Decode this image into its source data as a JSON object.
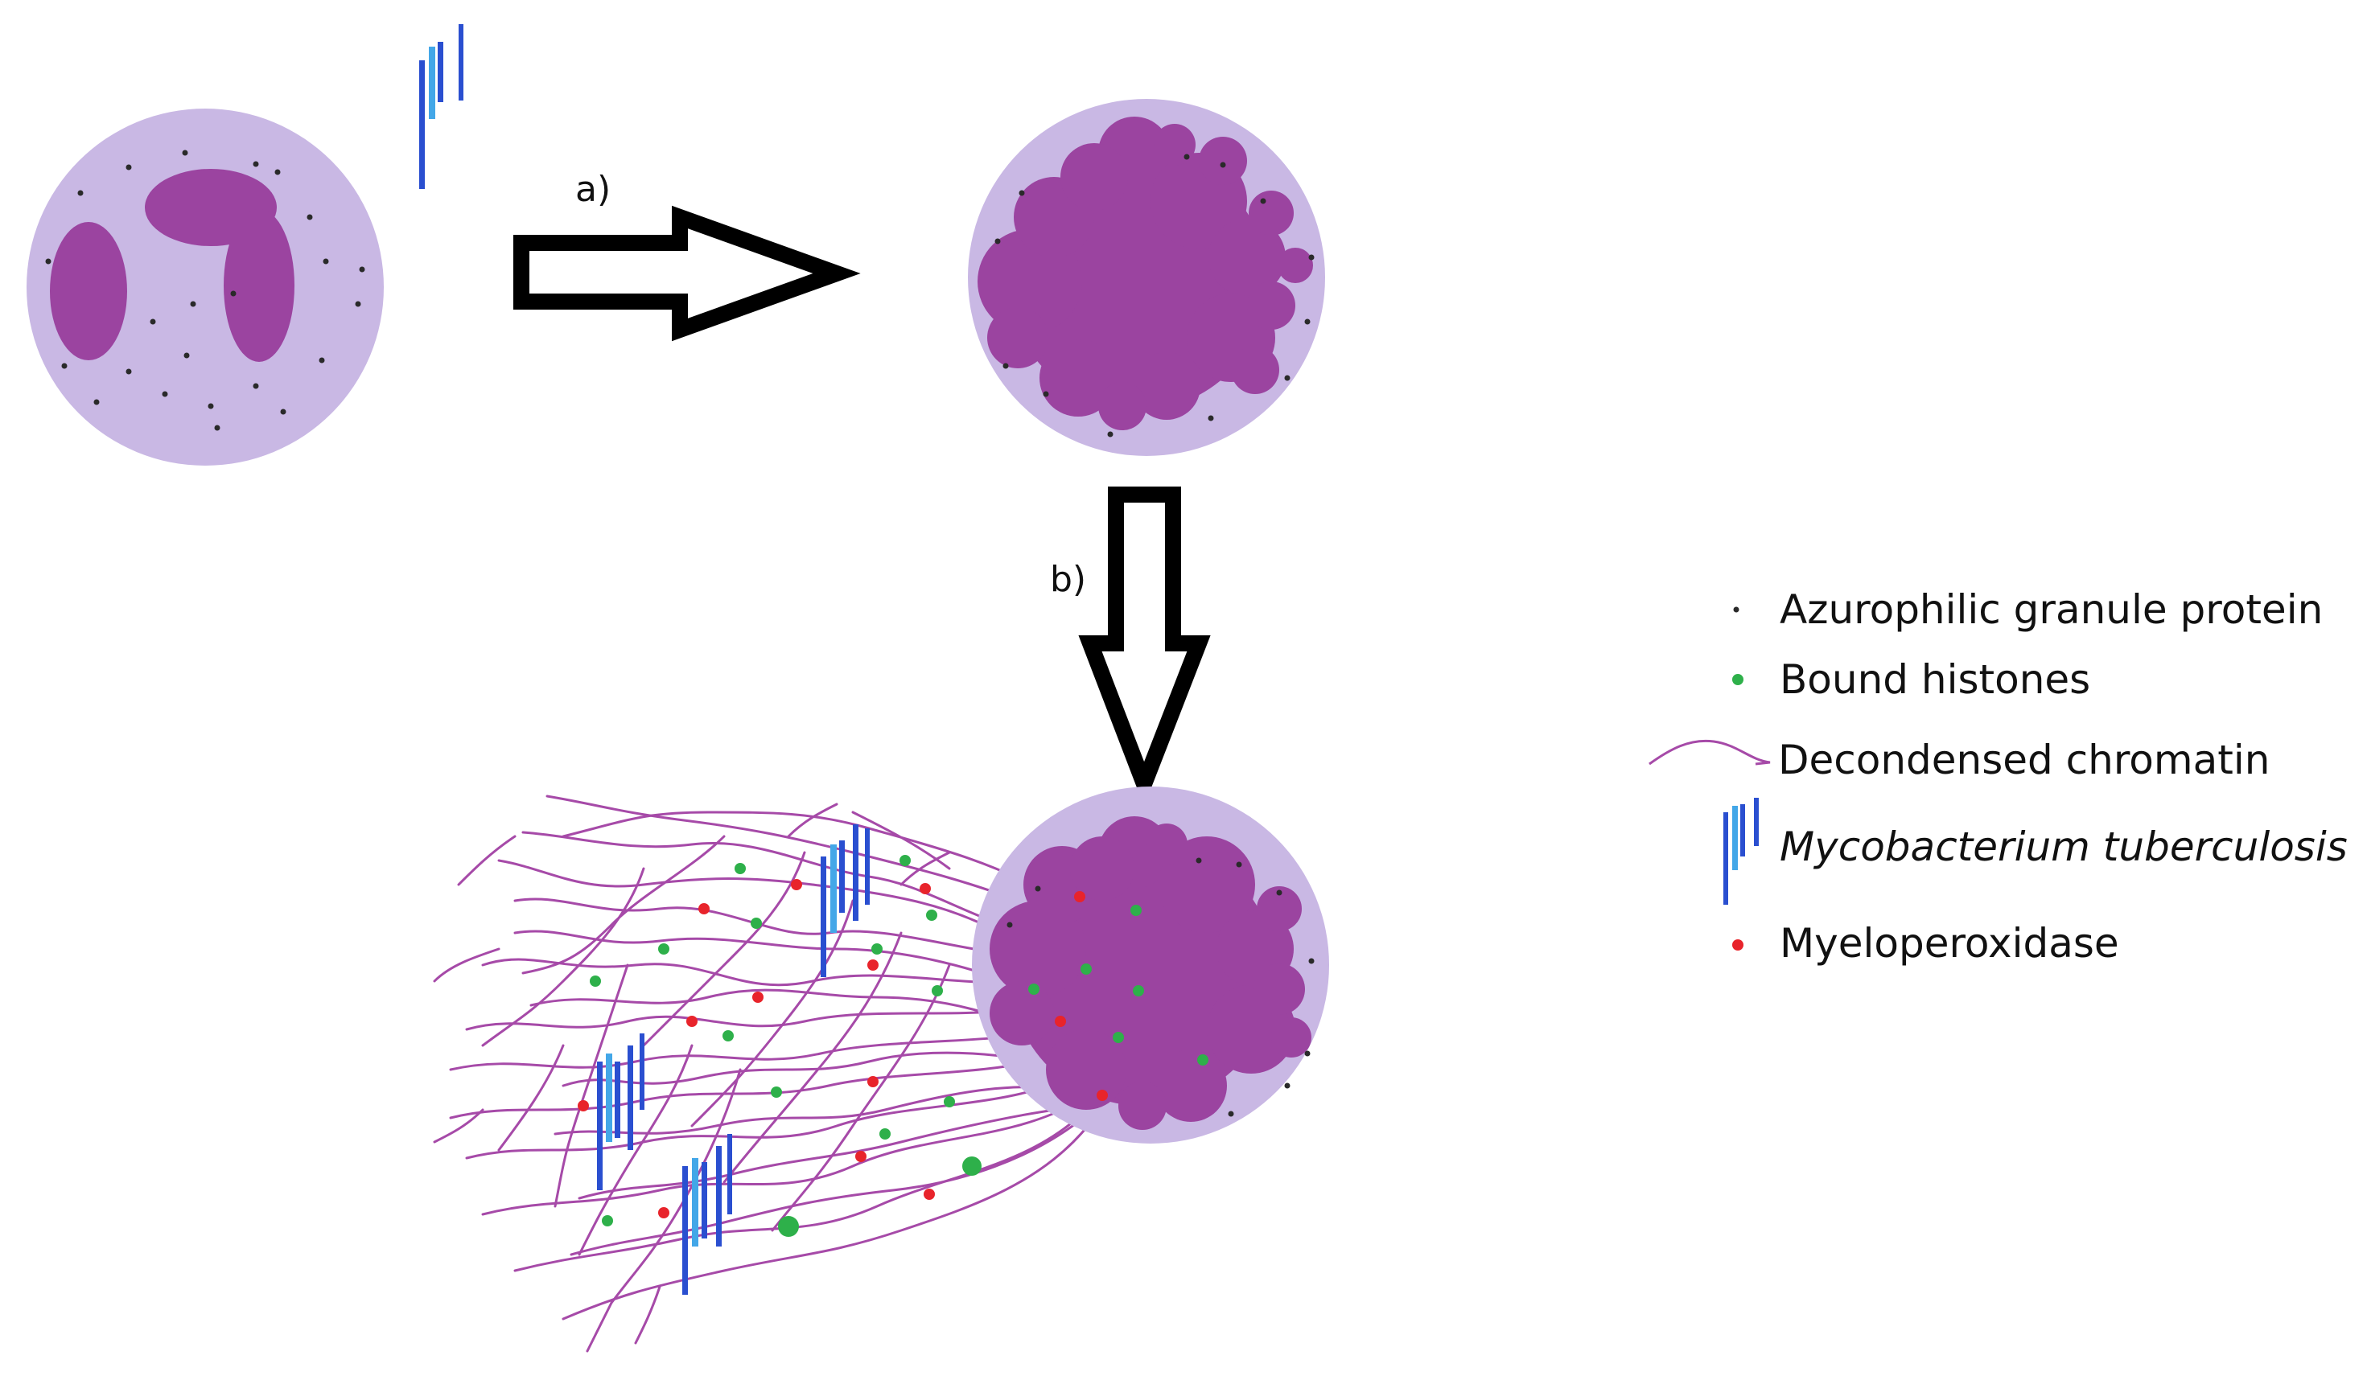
{
  "steps": {
    "a": "a)",
    "b": "b)"
  },
  "legend": [
    {
      "icon": "dot-icon",
      "label": "Azurophilic granule protein",
      "italic": false
    },
    {
      "icon": "green-dot-icon",
      "label": "Bound histones",
      "italic": false
    },
    {
      "icon": "wavy-line-icon",
      "label": "Decondensed chromatin",
      "italic": false
    },
    {
      "icon": "bacteria-rods-icon",
      "label": "Mycobacterium tuberculosis",
      "italic": true
    },
    {
      "icon": "red-dot-icon",
      "label": "Myeloperoxidase",
      "italic": false
    }
  ],
  "colors": {
    "cytoplasm": "#c9b8e4",
    "nucleus": "#9b44a0",
    "granule": "#2a2a2a",
    "histone": "#2eb04a",
    "myeloperoxidase": "#e8242b",
    "chromatin": "#a64aa8",
    "bacteria_dark": "#2a4fd0",
    "bacteria_light": "#43a7e8",
    "arrow": "#000000"
  }
}
